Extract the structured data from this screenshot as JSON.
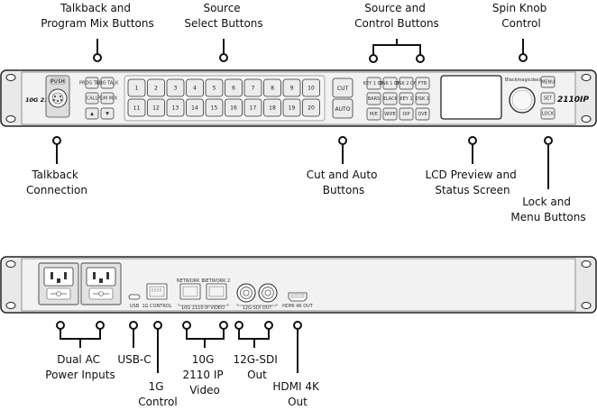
{
  "callouts": {
    "talkback_program_mix": [
      "Talkback and",
      "Program Mix Buttons"
    ],
    "source_select": [
      "Source",
      "Select Buttons"
    ],
    "source_control": [
      "Source and",
      "Control Buttons"
    ],
    "spin_knob": [
      "Spin Knob",
      "Control"
    ],
    "talkback_connection": [
      "Talkback",
      "Connection"
    ],
    "cut_auto": [
      "Cut and Auto",
      "Buttons"
    ],
    "lcd_preview": [
      "LCD Preview and",
      "Status Screen"
    ],
    "lock_menu": [
      "Lock and",
      "Menu Buttons"
    ],
    "dual_ac": [
      "Dual AC",
      "Power Inputs"
    ],
    "usb_c": [
      "USB-C"
    ],
    "control_1g": [
      "1G",
      "Control"
    ],
    "video_10g": [
      "10G",
      "2110 IP",
      "Video"
    ],
    "sdi_out": [
      "12G-SDI",
      "Out"
    ],
    "hdmi_out": [
      "HDMI 4K",
      "Out"
    ]
  },
  "front_panel": {
    "model_logo_left": "10G 2110",
    "model_logo_right": "2110IP",
    "brand_text": "Blackmagicdesign",
    "xlr_label": "PUSH",
    "talkback_buttons": [
      "PROG TALK",
      "ENG TALK",
      "CALL",
      "PGM MIX",
      "▲",
      "▼"
    ],
    "source_buttons": [
      "1",
      "2",
      "3",
      "4",
      "5",
      "6",
      "7",
      "8",
      "9",
      "10",
      "11",
      "12",
      "13",
      "14",
      "15",
      "16",
      "17",
      "18",
      "19",
      "20"
    ],
    "cut_label": "CUT",
    "auto_label": "AUTO",
    "control_buttons": [
      "KEY 1 ON",
      "DSK 1 ON",
      "DSK 2 ON",
      "FTB",
      "BARS",
      "BLACK",
      "KEY 1",
      "DSK 1",
      "M/E",
      "WIPE",
      "DIP",
      "DVE"
    ],
    "menu_label": "MENU",
    "set_label": "SET",
    "lock_label": "LOCK"
  },
  "rear_panel": {
    "usb_label": "USB",
    "control_label": "1G CONTROL",
    "network1_label": "NETWORK 1",
    "network2_label": "NETWORK 2",
    "ip_video_label": "10G 2110 IP VIDEO",
    "sdi_label": "12G-SDI OUT",
    "hdmi_label": "HDMI 4K OUT"
  }
}
